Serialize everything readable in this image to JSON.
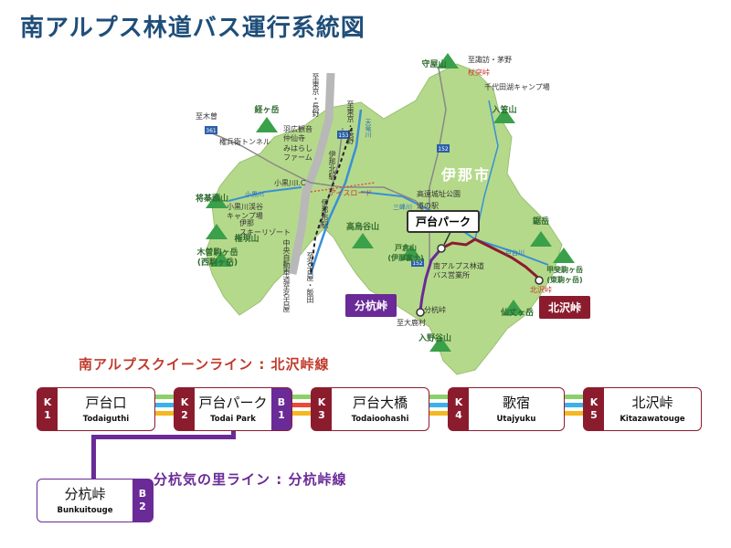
{
  "title": "南アルプス林道バス運行系統図",
  "colors": {
    "accent_red": "#8b1c2e",
    "accent_purple": "#6a2a97",
    "map_green": "#b5d98a",
    "river_blue": "#3a8fd6"
  },
  "map": {
    "city": "伊那市",
    "peaks": [
      {
        "name": "守屋山"
      },
      {
        "name": "入笠山"
      },
      {
        "name": "経ヶ岳"
      },
      {
        "name": "将棊頭山"
      },
      {
        "name": "権現山"
      },
      {
        "name": "木曽駒ヶ岳\n(西駒ヶ岳)"
      },
      {
        "name": "高烏谷山"
      },
      {
        "name": "戸倉山\n(伊那富士)"
      },
      {
        "name": "鋸岳"
      },
      {
        "name": "甲斐駒ヶ岳\n(東駒ヶ岳)"
      },
      {
        "name": "仙丈ヶ岳"
      },
      {
        "name": "入野谷山"
      }
    ],
    "places": [
      {
        "name": "至諏訪・茅野"
      },
      {
        "name": "杖突峠"
      },
      {
        "name": "千代田湖キャンプ場"
      },
      {
        "name": "至木曽"
      },
      {
        "name": "権兵衛トンネル"
      },
      {
        "name": "羽広観音"
      },
      {
        "name": "仲仙寺"
      },
      {
        "name": "みはらし\nファーム"
      },
      {
        "name": "小黒川I.C"
      },
      {
        "name": "小黒川渓谷\nキャンプ場"
      },
      {
        "name": "伊那\nスキーリゾート"
      },
      {
        "name": "高遠城址公園"
      },
      {
        "name": "道の駅"
      },
      {
        "name": "南アルプス林道\nバス営業所"
      },
      {
        "name": "至大鹿村"
      },
      {
        "name": "分杭峠"
      },
      {
        "name": "北沢峠"
      },
      {
        "name": "至東京・長野"
      },
      {
        "name": "至東京・長野"
      },
      {
        "name": "中央自動車道至名古屋"
      },
      {
        "name": "至名古屋・飯田"
      },
      {
        "name": "伊那市駅"
      },
      {
        "name": "伊那北駅"
      },
      {
        "name": "アイスロード"
      },
      {
        "name": "天竜川"
      },
      {
        "name": "三峰川"
      },
      {
        "name": "小黒川"
      },
      {
        "name": "戸台川"
      }
    ],
    "routes": [
      "361",
      "153",
      "152",
      "152"
    ],
    "callout_todai": "戸台パーク",
    "tag_bunkui": "分杭峠",
    "tag_kitazawa": "北沢峠"
  },
  "lines": {
    "kitazawa_title": "南アルプスクイーンライン : 北沢峠線",
    "bunkui_title": "分杭気の里ライン : 分杭峠線"
  },
  "stations": [
    {
      "code_letter": "K",
      "code_num": "1",
      "name": "戸台口",
      "roman": "Todaiguthi"
    },
    {
      "code_letter": "K",
      "code_num": "2",
      "name": "戸台パーク",
      "roman": "Todai Park",
      "code2_letter": "B",
      "code2_num": "1"
    },
    {
      "code_letter": "K",
      "code_num": "3",
      "name": "戸台大橋",
      "roman": "Todaioohashi"
    },
    {
      "code_letter": "K",
      "code_num": "4",
      "name": "歌宿",
      "roman": "Utajyuku"
    },
    {
      "code_letter": "K",
      "code_num": "5",
      "name": "北沢峠",
      "roman": "Kitazawatouge"
    },
    {
      "code_letter": "B",
      "code_num": "2",
      "name": "分杭峠",
      "roman": "Bunkuitouge"
    }
  ]
}
